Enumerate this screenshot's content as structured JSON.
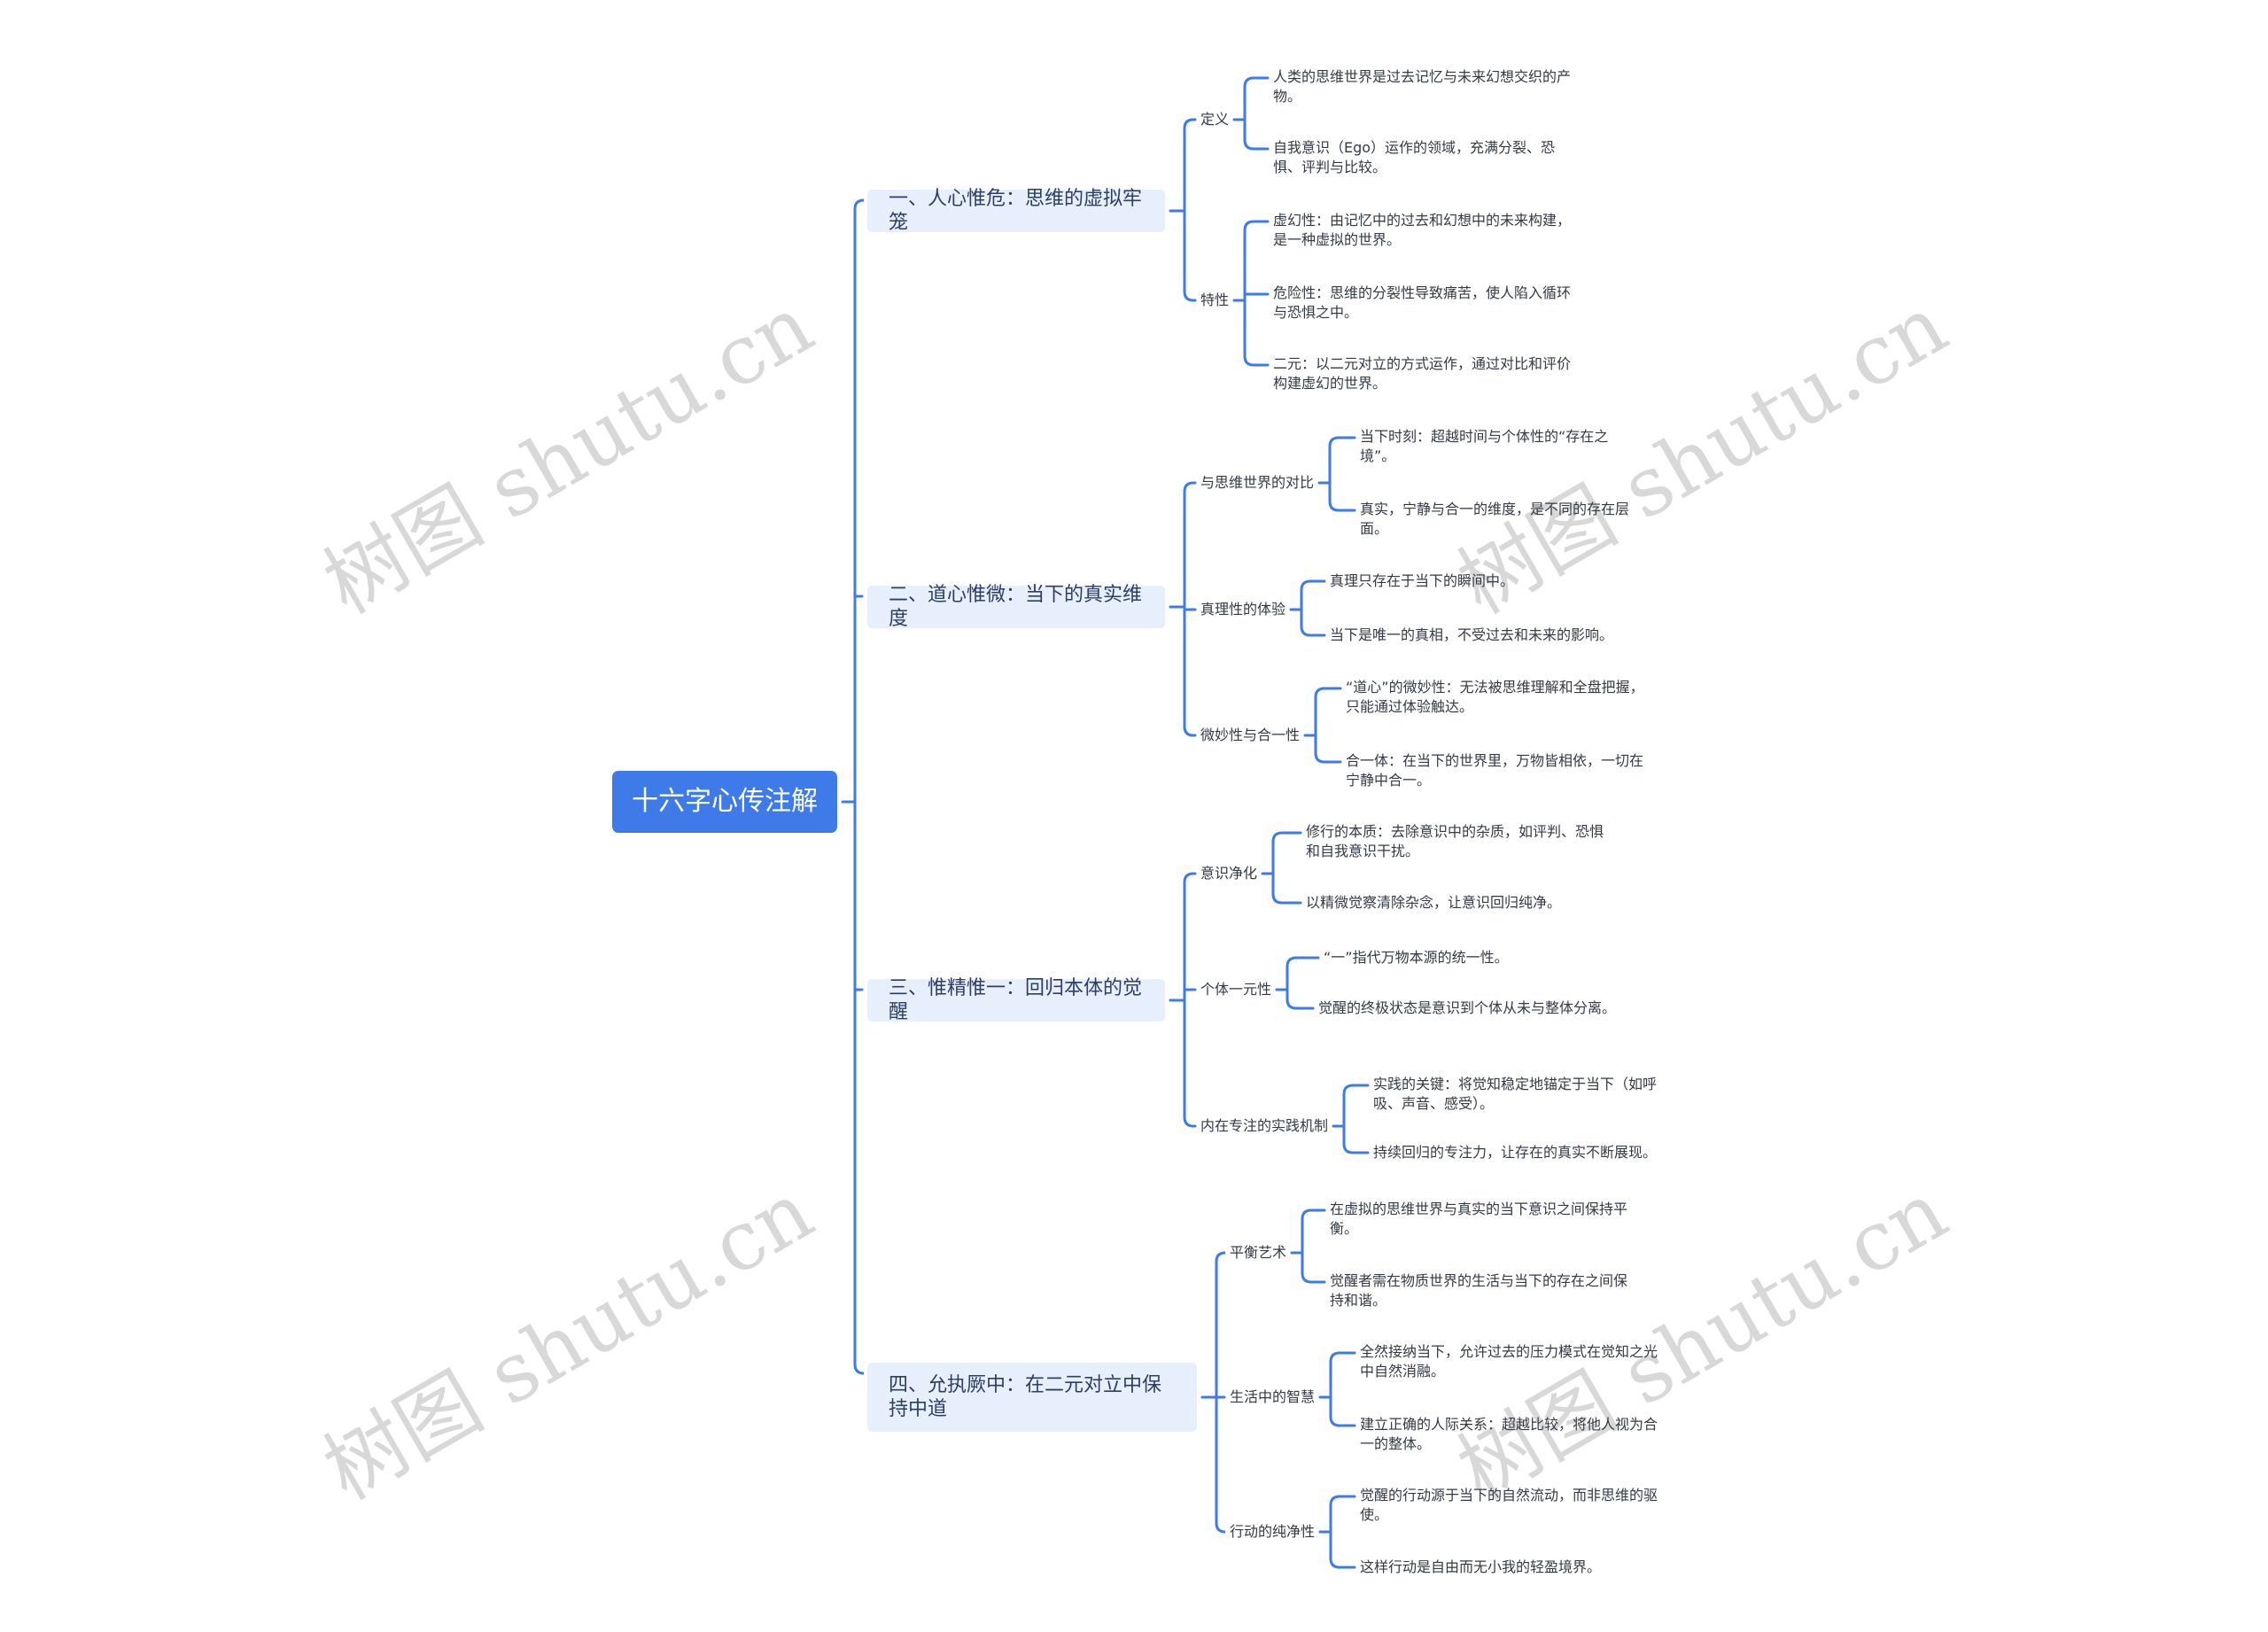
{
  "root": "十六字心传注解",
  "watermark": "树图 shutu.cn",
  "branches": [
    {
      "label": "一、人心惟危：思维的虚拟牢笼",
      "children": [
        {
          "label": "定义",
          "leaves": [
            "人类的思维世界是过去记忆与未来幻想交织的产物。",
            "自我意识（Ego）运作的领域，充满分裂、恐惧、评判与比较。"
          ]
        },
        {
          "label": "特性",
          "leaves": [
            "虚幻性：由记忆中的过去和幻想中的未来构建，是一种虚拟的世界。",
            "危险性：思维的分裂性导致痛苦，使人陷入循环与恐惧之中。",
            "二元：以二元对立的方式运作，通过对比和评价构建虚幻的世界。"
          ]
        }
      ]
    },
    {
      "label": "二、道心惟微：当下的真实维度",
      "children": [
        {
          "label": "与思维世界的对比",
          "leaves": [
            "当下时刻：超越时间与个体性的“存在之境”。",
            "真实，宁静与合一的维度，是不同的存在层面。"
          ]
        },
        {
          "label": "真理性的体验",
          "leaves": [
            "真理只存在于当下的瞬间中。",
            "当下是唯一的真相，不受过去和未来的影响。"
          ]
        },
        {
          "label": "微妙性与合一性",
          "leaves": [
            "“道心”的微妙性：无法被思维理解和全盘把握，只能通过体验触达。",
            "合一体：在当下的世界里，万物皆相依，一切在宁静中合一。"
          ]
        }
      ]
    },
    {
      "label": "三、惟精惟一：回归本体的觉醒",
      "children": [
        {
          "label": "意识净化",
          "leaves": [
            "修行的本质：去除意识中的杂质，如评判、恐惧和自我意识干扰。",
            "以精微觉察清除杂念，让意识回归纯净。"
          ]
        },
        {
          "label": "个体一元性",
          "leaves": [
            "“一”指代万物本源的统一性。",
            "觉醒的终极状态是意识到个体从未与整体分离。"
          ]
        },
        {
          "label": "内在专注的实践机制",
          "leaves": [
            "实践的关键：将觉知稳定地锚定于当下（如呼吸、声音、感受）。",
            "持续回归的专注力，让存在的真实不断展现。"
          ]
        }
      ]
    },
    {
      "label": "四、允执厥中：在二元对立中保持中道",
      "children": [
        {
          "label": "平衡艺术",
          "leaves": [
            "在虚拟的思维世界与真实的当下意识之间保持平衡。",
            "觉醒者需在物质世界的生活与当下的存在之间保持和谐。"
          ]
        },
        {
          "label": "生活中的智慧",
          "leaves": [
            "全然接纳当下，允许过去的压力模式在觉知之光中自然消融。",
            "建立正确的人际关系：超越比较，将他人视为合一的整体。"
          ]
        },
        {
          "label": "行动的纯净性",
          "leaves": [
            "觉醒的行动源于当下的自然流动，而非思维的驱使。",
            "这样行动是自由而无小我的轻盈境界。"
          ]
        }
      ]
    }
  ]
}
